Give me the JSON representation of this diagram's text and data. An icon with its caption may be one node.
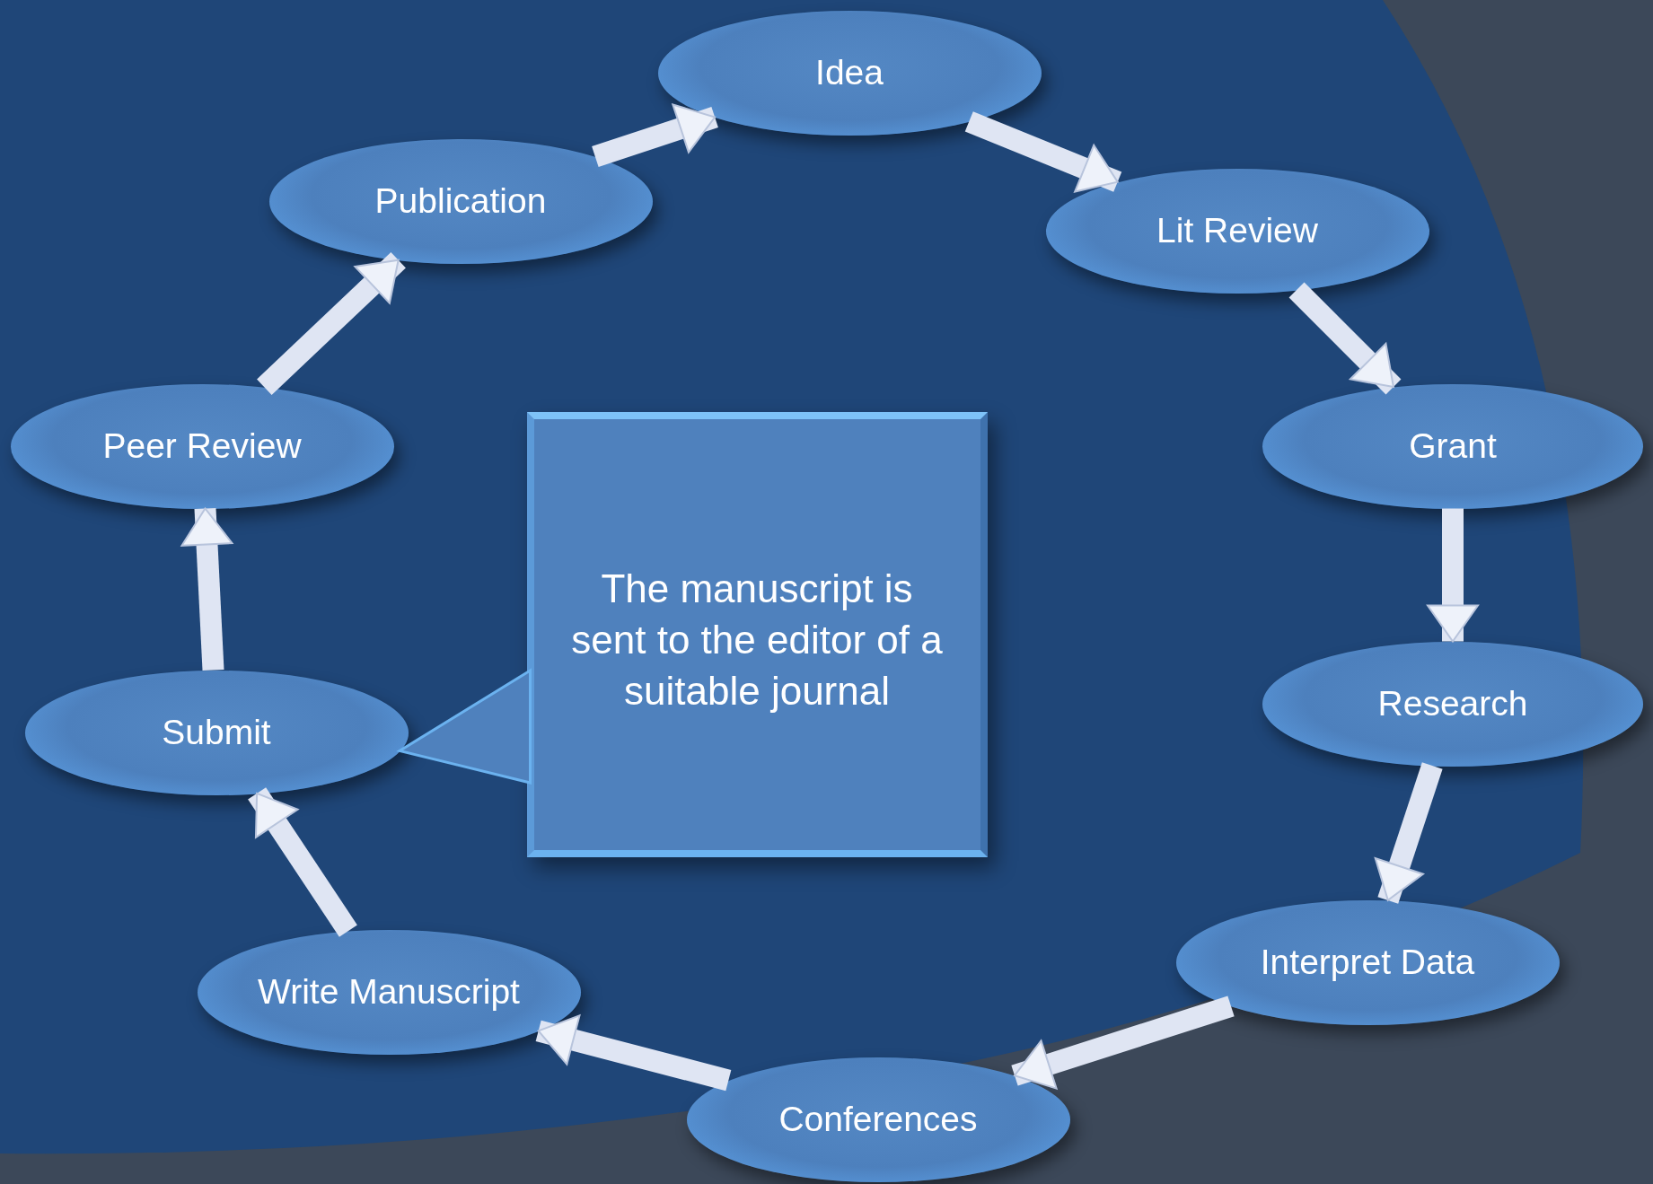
{
  "diagram": {
    "nodes": [
      {
        "text": [
          "Idea"
        ]
      },
      {
        "text": [
          "Lit Review"
        ]
      },
      {
        "text": [
          "Grant"
        ]
      },
      {
        "text": [
          "Research"
        ]
      },
      {
        "text": [
          "Interpret Data"
        ]
      },
      {
        "text": [
          "Conferences"
        ]
      },
      {
        "text": [
          "Write Manuscript"
        ]
      },
      {
        "text": [
          "Submit"
        ]
      },
      {
        "text": [
          "Peer Review"
        ]
      },
      {
        "text": [
          "Publication"
        ]
      },
      {
        "text": [
          "The manuscript is sent to the editor of a suitable journal"
        ]
      }
    ],
    "edges": [
      {
        "from": 0,
        "to": 1,
        "arrow": "to"
      },
      {
        "from": 1,
        "to": 2,
        "arrow": "to"
      },
      {
        "from": 2,
        "to": 3,
        "arrow": "to"
      },
      {
        "from": 3,
        "to": 4,
        "arrow": "to"
      },
      {
        "from": 4,
        "to": 5,
        "arrow": "to"
      },
      {
        "from": 5,
        "to": 6,
        "arrow": "to"
      },
      {
        "from": 6,
        "to": 7,
        "arrow": "to"
      },
      {
        "from": 7,
        "to": 8,
        "arrow": "to"
      },
      {
        "from": 8,
        "to": 9,
        "arrow": "to"
      },
      {
        "from": 9,
        "to": 0,
        "arrow": "to"
      },
      {
        "from": 10,
        "to": 7,
        "arrow": "to"
      }
    ]
  }
}
